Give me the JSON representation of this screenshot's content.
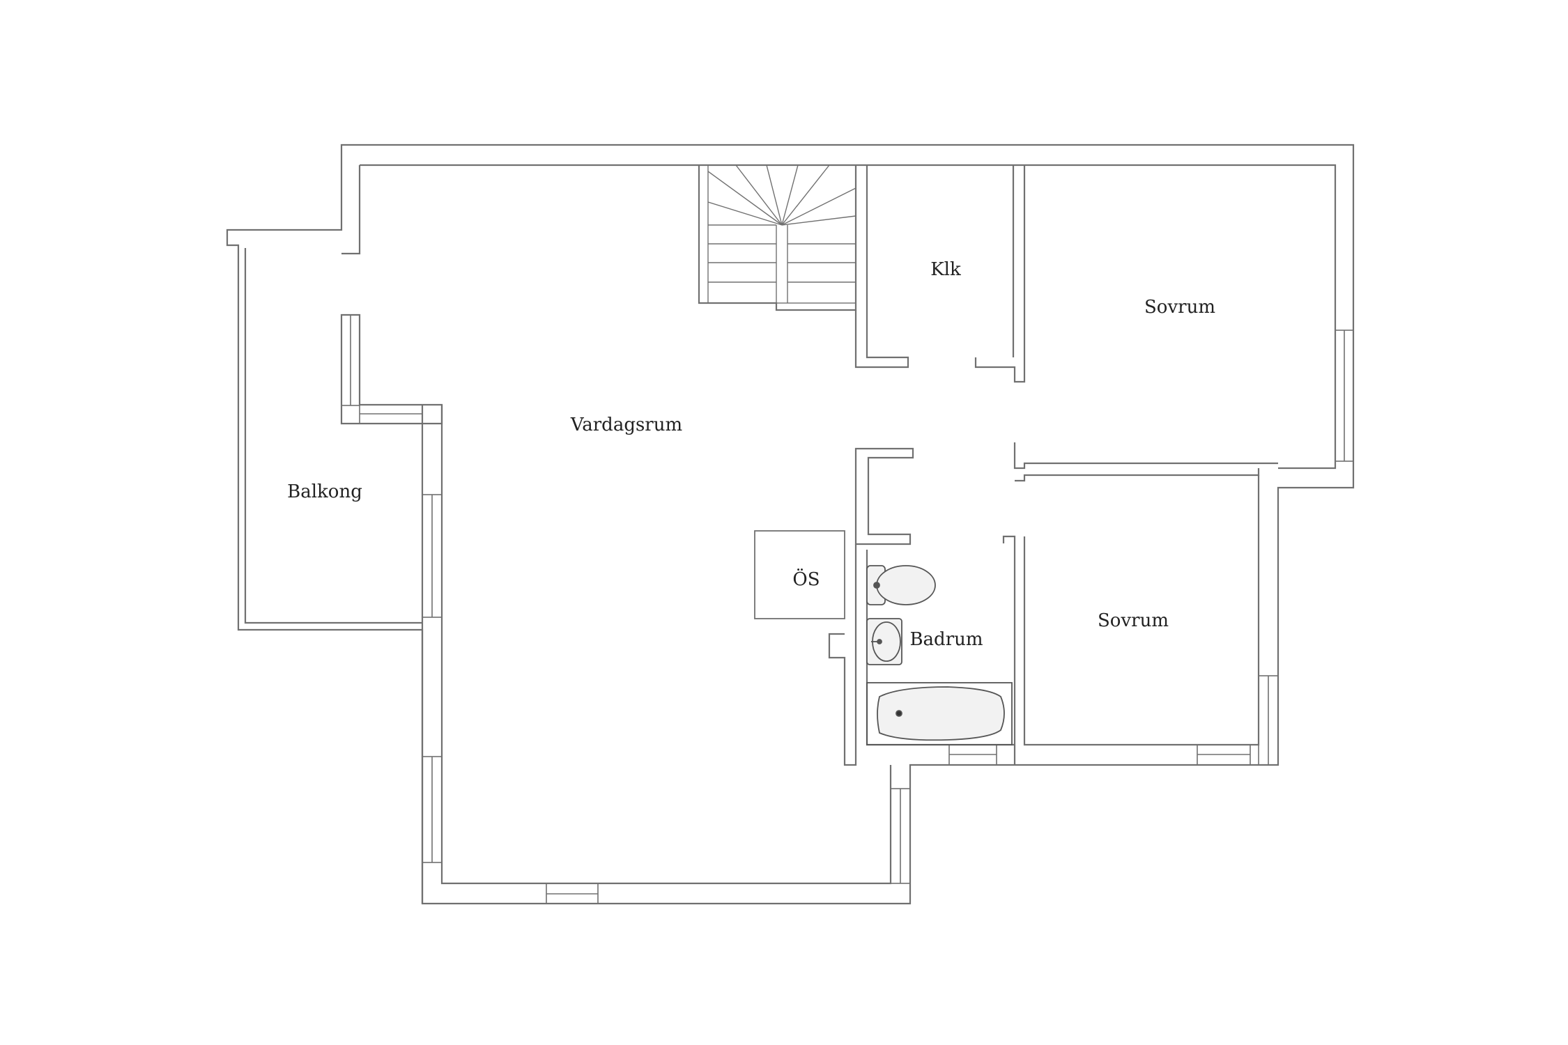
{
  "plan": {
    "rooms": {
      "living": "Vardagsrum",
      "balcony": "Balkong",
      "closet": "Klk",
      "bedroom_top": "Sovrum",
      "bedroom_bottom": "Sovrum",
      "bathroom": "Badrum",
      "storage": "ÖS"
    }
  },
  "colors": {
    "background": "#ffffff",
    "wall_line": "#707070",
    "text": "#222222",
    "fixture_fill": "#f2f2f2"
  },
  "icons": [
    "stair-icon",
    "toilet-icon",
    "sink-icon",
    "bathtub-icon",
    "window-icon"
  ]
}
